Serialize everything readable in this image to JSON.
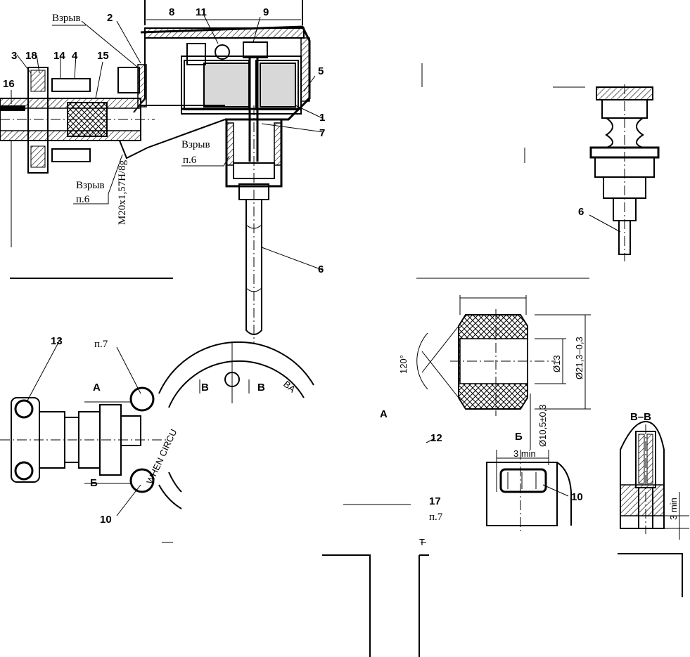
{
  "labels": {
    "explosion": "Взрыв",
    "para_6": "п.6",
    "para_7": "п.7",
    "thread": "M20x1,57H/8g",
    "view_a": "А",
    "view_b": "Б",
    "section_vv": "В–В",
    "sec_mark": "В",
    "three_min": "3 min",
    "three_min_v": "3 min",
    "dia_13": "Ø13",
    "dia_21": "Ø21,3–0,3",
    "dia_10": "Ø10,5±0,3",
    "angle_120": "120°",
    "ring_text_1": "WHEN CIRCU",
    "ring_text_2": "BA",
    "ring_text_3": "T"
  },
  "callouts": {
    "n1": "1",
    "n2": "2",
    "n3": "3",
    "n4": "4",
    "n5": "5",
    "n6": "6",
    "n7": "7",
    "n8": "8",
    "n9": "9",
    "n10": "10",
    "n11": "11",
    "n12": "12",
    "n13": "13",
    "n14": "14",
    "n15": "15",
    "n16": "16",
    "n17": "17",
    "n18": "18"
  }
}
